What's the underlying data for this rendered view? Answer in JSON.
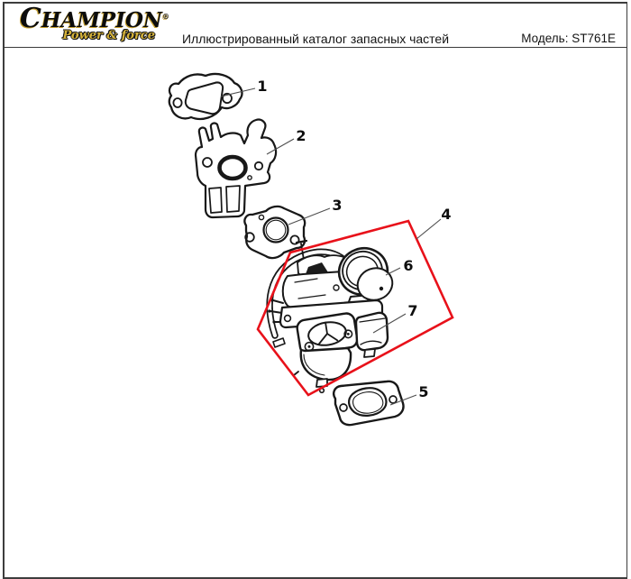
{
  "header": {
    "brand": {
      "name": "CHAMPION",
      "registered_mark": "®",
      "tagline": "Power & force"
    },
    "title": "Иллюстрированный каталог запасных частей",
    "model": "Модель: ST761E"
  },
  "diagram": {
    "highlight_color": "#e8111a",
    "callouts": [
      {
        "number": "1"
      },
      {
        "number": "2"
      },
      {
        "number": "3"
      },
      {
        "number": "4"
      },
      {
        "number": "5"
      },
      {
        "number": "6"
      },
      {
        "number": "7"
      }
    ]
  },
  "colors": {
    "logo_gold": "#d6b33a",
    "ink": "#181818",
    "page_border": "#3d3d3d",
    "highlight_red": "#e8111a"
  }
}
